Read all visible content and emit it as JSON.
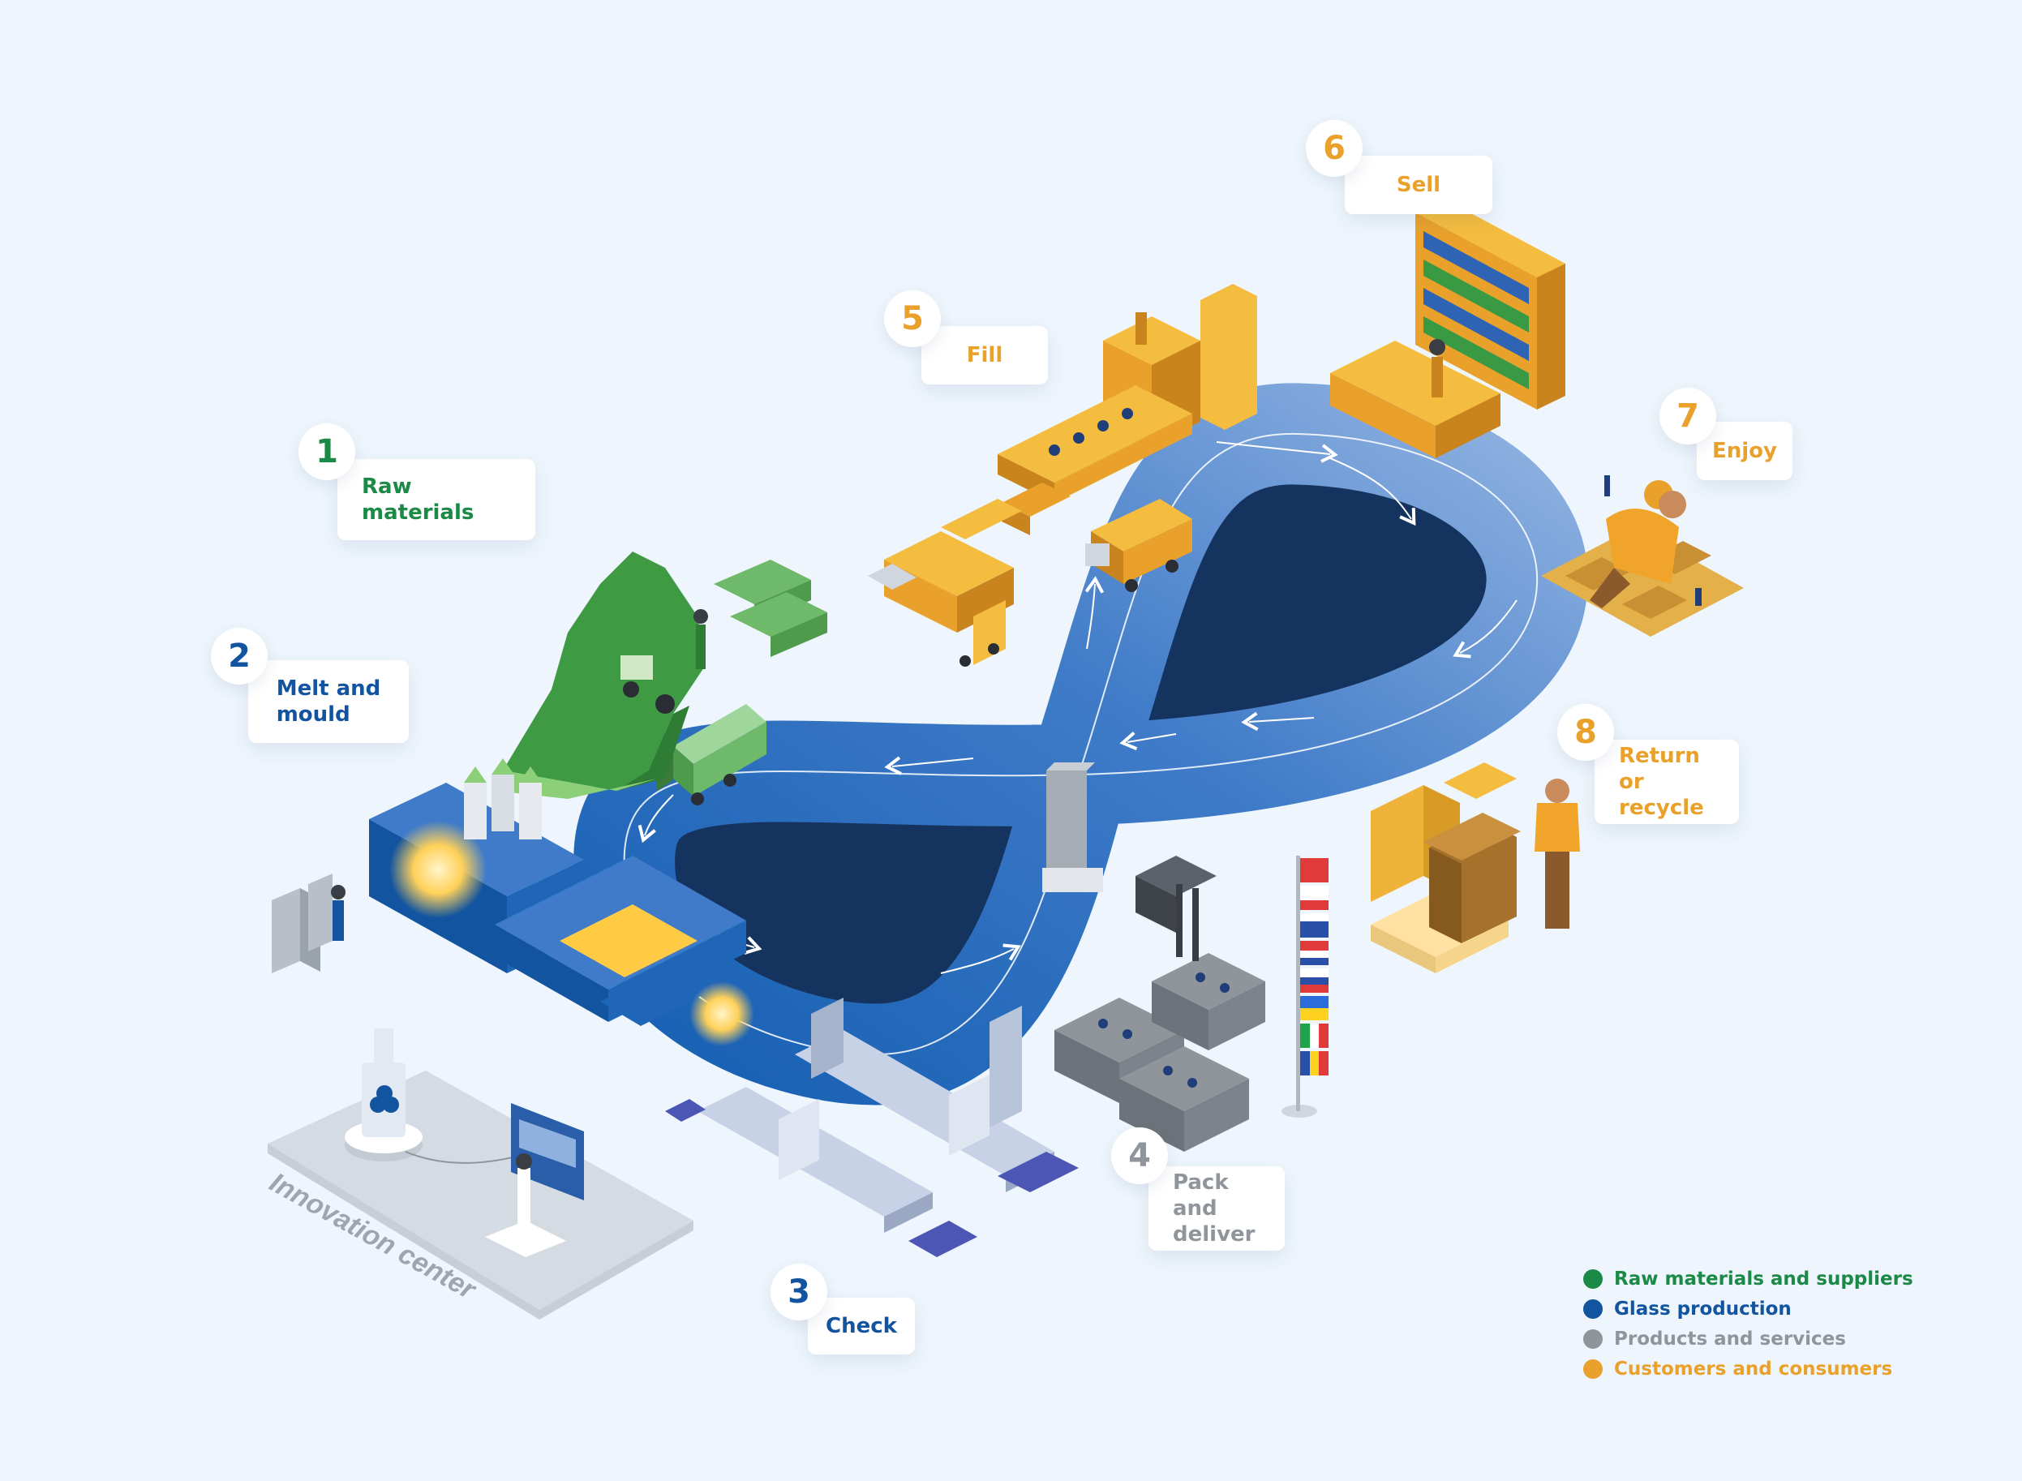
{
  "colors": {
    "green": "#1a8a46",
    "blue": "#12549f",
    "gray": "#8f959b",
    "orange": "#e9a12b",
    "loop_light": "#7fa6da",
    "loop_dark": "#1760b3",
    "loop_side": "#12305e"
  },
  "steps": [
    {
      "number": "1",
      "label": "Raw materials",
      "category": "green"
    },
    {
      "number": "2",
      "label": "Melt and\nmould",
      "category": "blue"
    },
    {
      "number": "3",
      "label": "Check",
      "category": "blue"
    },
    {
      "number": "4",
      "label": "Pack and\ndeliver",
      "category": "gray"
    },
    {
      "number": "5",
      "label": "Fill",
      "category": "orange"
    },
    {
      "number": "6",
      "label": "Sell",
      "category": "orange"
    },
    {
      "number": "7",
      "label": "Enjoy",
      "category": "orange"
    },
    {
      "number": "8",
      "label": "Return or\nrecycle",
      "category": "orange"
    }
  ],
  "innovation_center": "Innovation center",
  "legend": [
    {
      "label": "Raw materials and suppliers",
      "category": "green"
    },
    {
      "label": "Glass production",
      "category": "blue"
    },
    {
      "label": "Products and services",
      "category": "gray"
    },
    {
      "label": "Customers and consumers",
      "category": "orange"
    }
  ],
  "icons": {
    "loop": "infinity-loop-road",
    "step1": "hill-tractor-icon",
    "step2": "glass-furnace-icon",
    "step3": "inspection-line-icon",
    "step4": "boxes-forklift-icon",
    "step5": "filling-line-icon",
    "step6": "shop-shelf-icon",
    "step7": "picnic-people-icon",
    "step8": "recycling-bin-icon",
    "innovation": "lab-bottle-icon"
  }
}
